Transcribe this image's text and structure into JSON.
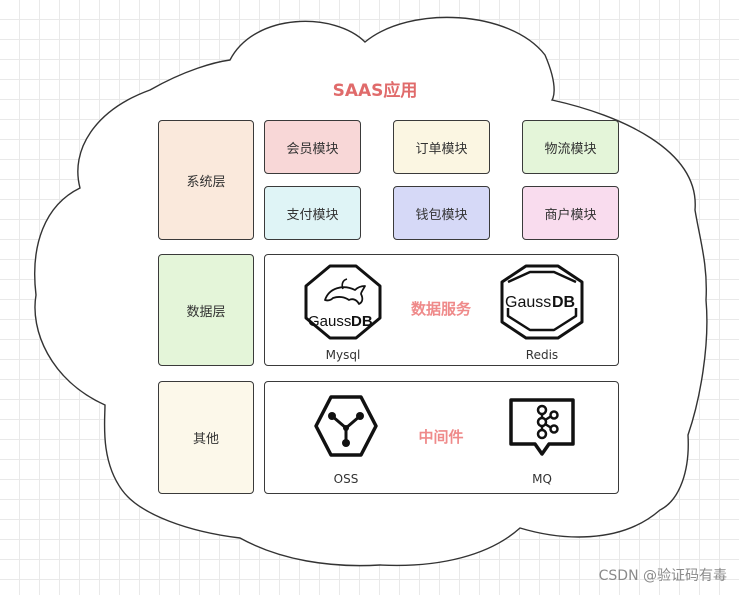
{
  "title": "SAAS应用",
  "layers": {
    "system": "系统层",
    "data": "数据层",
    "other": "其他"
  },
  "modules": [
    {
      "label": "会员模块",
      "fill": "#f8d7d7"
    },
    {
      "label": "订单模块",
      "fill": "#fbf6e2"
    },
    {
      "label": "物流模块",
      "fill": "#e4f5d9"
    },
    {
      "label": "支付模块",
      "fill": "#dff4f6"
    },
    {
      "label": "钱包模块",
      "fill": "#d6d9f7"
    },
    {
      "label": "商户模块",
      "fill": "#f9dcee"
    }
  ],
  "data_service": {
    "label": "数据服务",
    "items": [
      {
        "logo_text_a": "Gauss",
        "logo_text_b": "DB",
        "caption": "Mysql",
        "icon": "dolphin-gaussdb-icon"
      },
      {
        "logo_text_a": "Gauss",
        "logo_text_b": "DB",
        "caption": "Redis",
        "icon": "gaussdb-icon"
      }
    ]
  },
  "middleware": {
    "label": "中间件",
    "items": [
      {
        "caption": "OSS",
        "icon": "oss-hexagon-icon"
      },
      {
        "caption": "MQ",
        "icon": "mq-message-icon"
      }
    ]
  },
  "colors": {
    "system_layer": "#fae9dc",
    "data_layer": "#e4f5d9",
    "other_layer": "#fcf8ea",
    "title": "#e06b6b",
    "center_label": "#ef8a8a"
  },
  "watermark": "CSDN @验证码有毒"
}
